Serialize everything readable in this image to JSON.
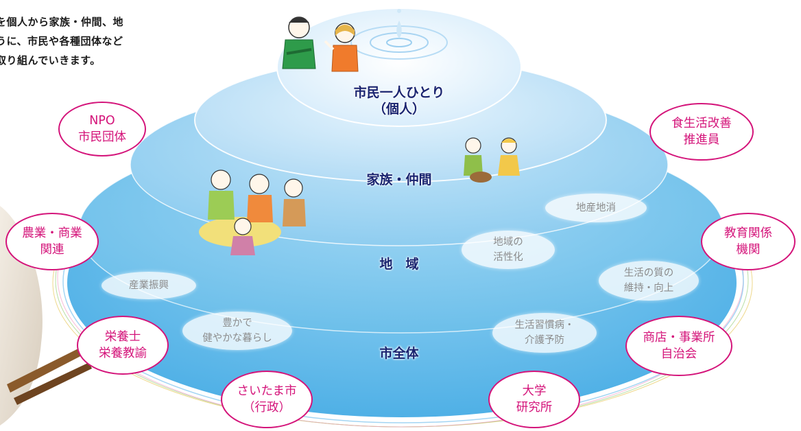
{
  "intro_text": "を個人から家族・仲間、地\nうに、市民や各種団体など\n取り組んでいきます。",
  "tiers": {
    "individual": "市民一人ひとり\n（個人）",
    "family": "家族・仲間",
    "region": "地　域",
    "city": "市全体"
  },
  "bubbles": {
    "local_production": "地産地消",
    "regional_vitality": "地域の\n活性化",
    "quality_of_life": "生活の質の\n維持・向上",
    "industry_promotion": "産業振興",
    "healthy_living": "豊かで\n健やかな暮らし",
    "lifestyle_disease": "生活習慣病・\n介護予防"
  },
  "organizations": {
    "npo": "NPO\n市民団体",
    "diet_improvement": "食生活改善\n推進員",
    "agriculture_commerce": "農業・商業\n関連",
    "education": "教育関係\n機関",
    "nutritionist": "栄養士\n栄養教諭",
    "shops_businesses": "商店・事業所\n自治会",
    "city_government": "さいたま市\n（行政）",
    "university": "大学\n研究所"
  },
  "colors": {
    "org_border": "#d4147a",
    "tier_text": "#1a2470",
    "outer_disc": "#6cbfea",
    "inner_disc": "#d6ecfb"
  }
}
